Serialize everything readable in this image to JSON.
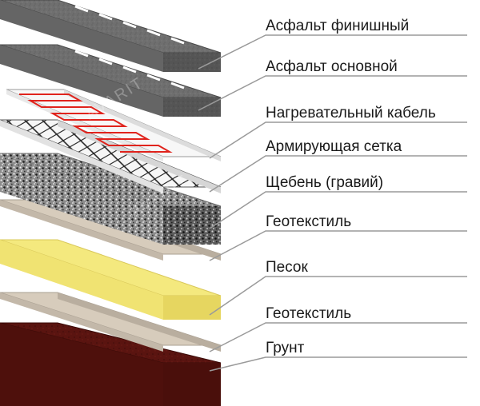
{
  "diagram": {
    "layers": [
      {
        "key": "asphalt_finish",
        "label": "Асфальт финишный",
        "color": "#6e6e6e"
      },
      {
        "key": "asphalt_base",
        "label": "Асфальт основной",
        "color": "#7a7a7a"
      },
      {
        "key": "heating_cable",
        "label": "Нагревательный кабель",
        "color": "#f2f2f2",
        "accent": "#e0231c"
      },
      {
        "key": "reinforcing_mesh",
        "label": "Армирующая сетка",
        "color": "#f4f4f4"
      },
      {
        "key": "gravel",
        "label": "Щебень (гравий)",
        "color": "#8c8c8c"
      },
      {
        "key": "geotextile_top",
        "label": "Геотекстиль",
        "color": "#d7ccbc"
      },
      {
        "key": "sand",
        "label": "Песок",
        "color": "#f4e97e"
      },
      {
        "key": "geotextile_bottom",
        "label": "Геотекстиль",
        "color": "#d7ccbc"
      },
      {
        "key": "soil",
        "label": "Грунт",
        "color": "#5a1410"
      }
    ],
    "watermark": "AVARIT"
  }
}
